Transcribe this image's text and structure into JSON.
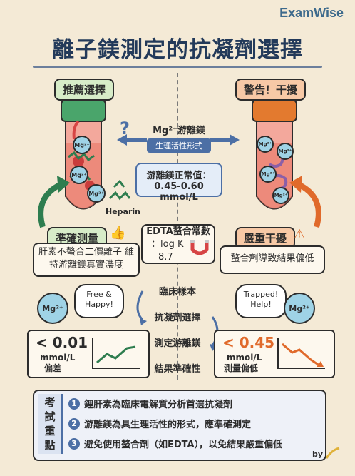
{
  "brand": "ExamWise",
  "title": "離子鎂測定的抗凝劑選擇",
  "left": {
    "tag": "推薦選擇",
    "ion_label": "Mg²⁺",
    "heparin_label": "Heparin",
    "accuracy_tag": "準確測量",
    "accuracy_text": "肝素不螯合二價離子 維持游離鎂真實濃度",
    "bubble": "Free & Happy!",
    "ion_char": "Mg²⁺",
    "value": "< 0.01",
    "unit": "mmol/L",
    "deviation": "偏差"
  },
  "right": {
    "tag": "警告！干擾",
    "ion_label": "Mg²⁺",
    "severe_tag": "嚴重干擾",
    "severe_text": "螯合劑導致結果偏低",
    "bubble": "Trapped! Help!",
    "ion_char": "Mg²⁺",
    "value": "< 0.45",
    "unit": "mmol/L",
    "low_label": "測量偏低"
  },
  "center": {
    "ion_title": "Mg²⁺游離鎂",
    "ion_sub": "生理活性形式",
    "normal_label": "游離鎂正常值：",
    "normal_value": "0.45-0.60 mmol/L",
    "edta_title": "EDTA螯合常數",
    "edta_logk": "：log K",
    "edta_value": "8.7",
    "flow": [
      "臨床樣本",
      "抗凝劑選擇",
      "測定游離鎂",
      "結果準確性"
    ]
  },
  "notes": {
    "heading": "考試重點",
    "items": [
      {
        "num": "1",
        "text": "鋰肝素為臨床電解質分析首選抗凝劑"
      },
      {
        "num": "2",
        "text": "游離鎂為具生理活性的形式，應準確測定"
      },
      {
        "num": "3",
        "text": "避免使用螯合劑（如EDTA），以免結果嚴重偏低"
      }
    ],
    "by": "by"
  },
  "colors": {
    "green": "#2e7d4f",
    "orange": "#e06a2b",
    "blue": "#4c6fa5",
    "red": "#d64545"
  }
}
